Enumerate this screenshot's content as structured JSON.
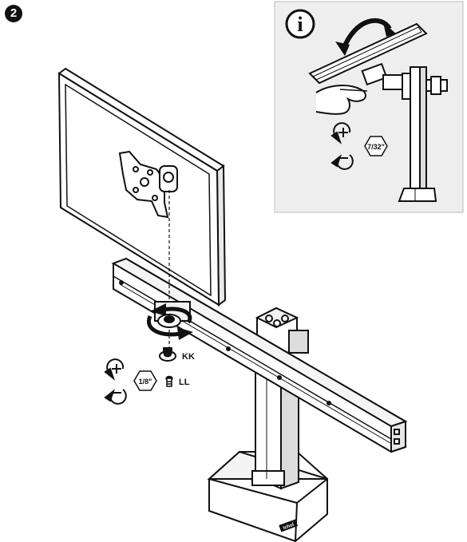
{
  "step": {
    "number": "2"
  },
  "info_panel": {
    "icon_glyph": "i",
    "hex_key_size": "7/32\""
  },
  "main": {
    "hex_key_size": "1/8\"",
    "part_kk": "KK",
    "part_ll": "LL",
    "brand_mark": "Ichol"
  },
  "colors": {
    "line": "#111111",
    "panel_bg": "#eeeeef",
    "panel_border": "#bdbdbd"
  }
}
